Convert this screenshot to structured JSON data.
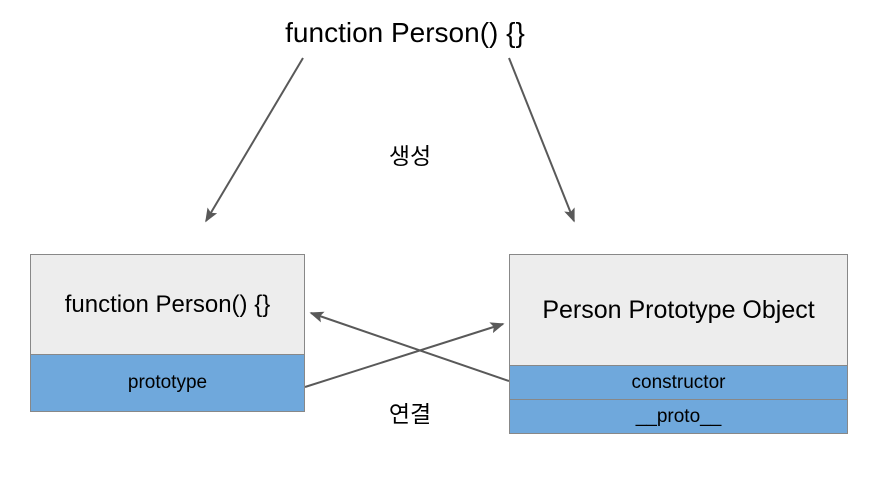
{
  "diagram": {
    "title": "function Person() {}",
    "labels": {
      "create": "생성",
      "link": "연결"
    },
    "colors": {
      "header_fill": "#ededed",
      "row_fill": "#6fa8dc",
      "border": "#888888",
      "arrow": "#595959",
      "text": "#000000",
      "background": "#ffffff"
    },
    "nodes": [
      {
        "id": "function-person",
        "header": "function Person() {}",
        "rows": [
          "prototype"
        ]
      },
      {
        "id": "person-prototype-object",
        "header": "Person Prototype Object",
        "rows": [
          "constructor",
          "__proto__"
        ]
      }
    ],
    "edges": [
      {
        "id": "create-to-function",
        "label": "생성",
        "from": "function Person() {}",
        "to": "function Person() {}"
      },
      {
        "id": "create-to-prototype",
        "label": "생성",
        "from": "function Person() {}",
        "to": "Person Prototype Object"
      },
      {
        "id": "prototype-to-object",
        "label": "연결",
        "from": "prototype",
        "to": "Person Prototype Object"
      },
      {
        "id": "constructor-to-function",
        "label": "연결",
        "from": "constructor",
        "to": "function Person() {}"
      }
    ]
  }
}
